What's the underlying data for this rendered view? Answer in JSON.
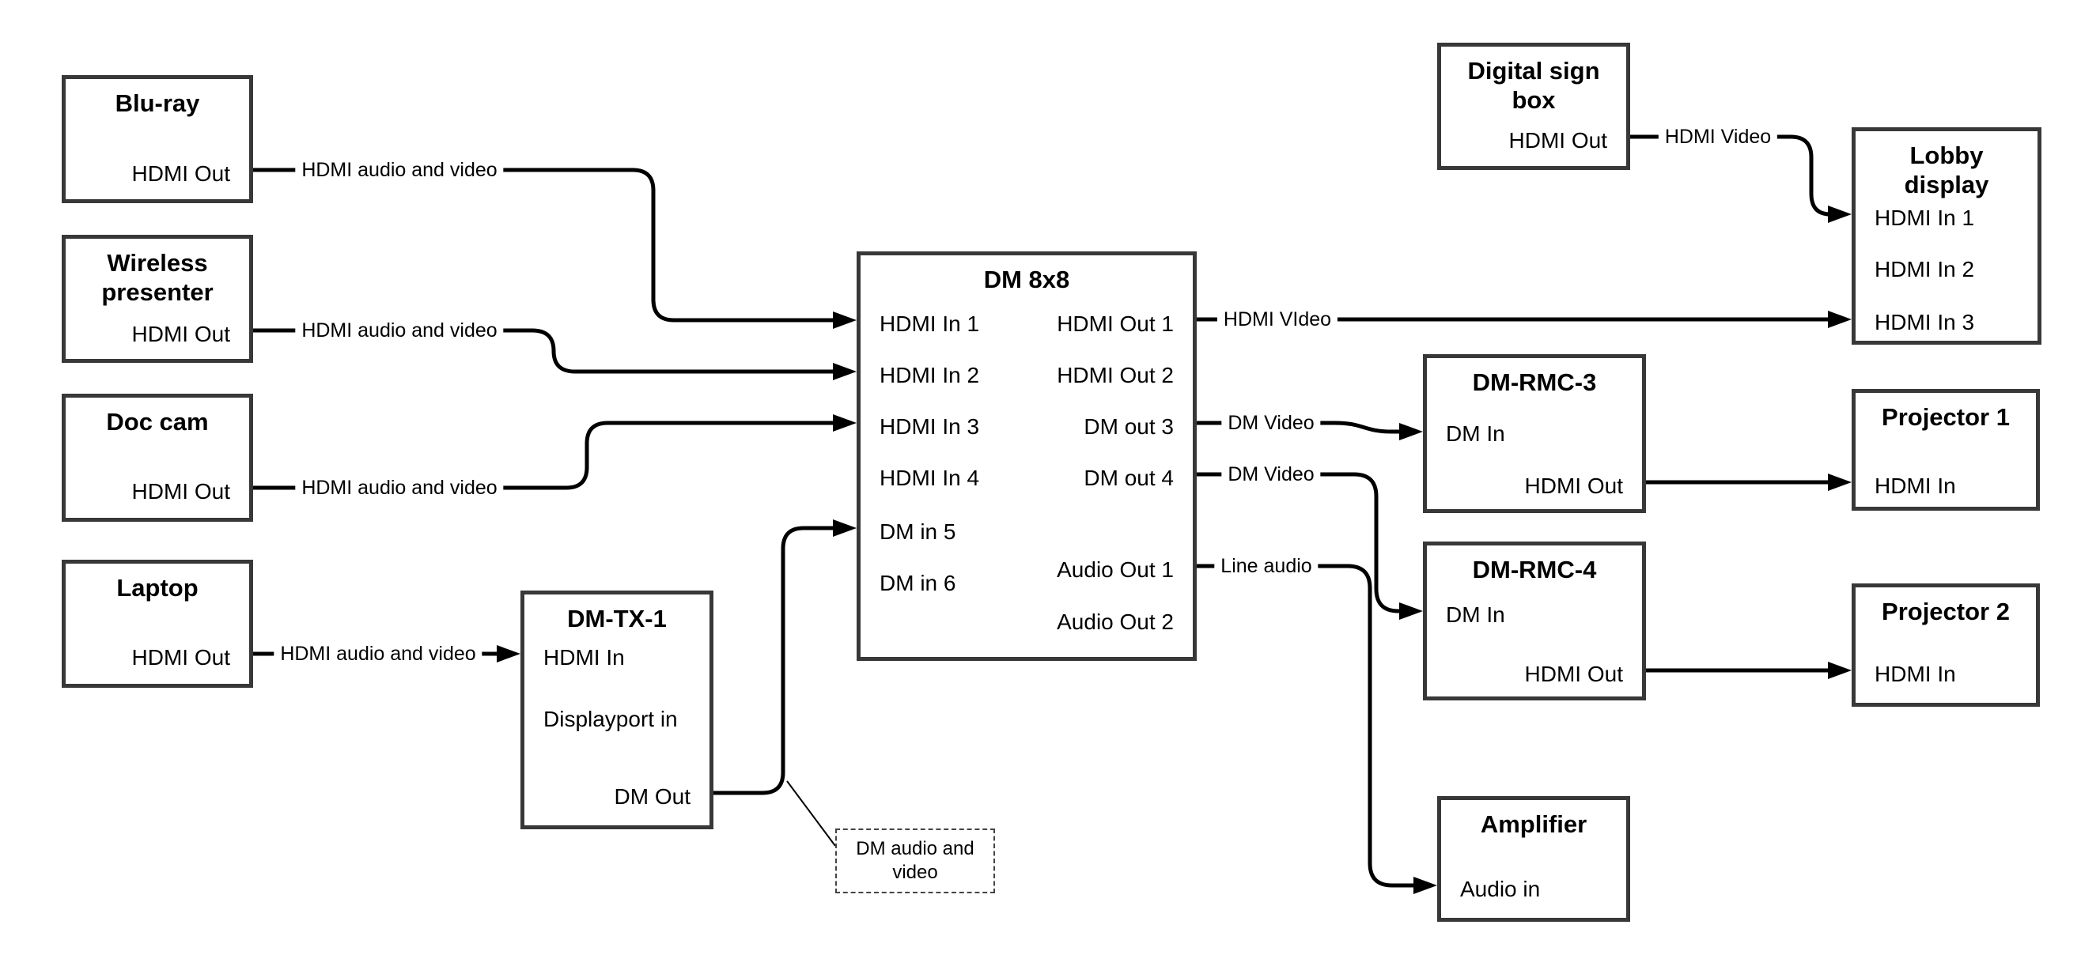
{
  "diagram": {
    "colors": {
      "wire": "#000000",
      "box_border": "#383838",
      "text": "#000000",
      "background": "#ffffff"
    },
    "boxes": [
      {
        "id": "bluray",
        "title": "Blu-ray",
        "ports": [
          {
            "label": "HDMI Out"
          }
        ]
      },
      {
        "id": "wireless-presenter",
        "title": "Wireless presenter",
        "ports": [
          {
            "label": "HDMI Out"
          }
        ]
      },
      {
        "id": "doc-cam",
        "title": "Doc cam",
        "ports": [
          {
            "label": "HDMI Out"
          }
        ]
      },
      {
        "id": "laptop",
        "title": "Laptop",
        "ports": [
          {
            "label": "HDMI Out"
          }
        ]
      },
      {
        "id": "dm-tx-1",
        "title": "DM-TX-1",
        "ports": [
          {
            "label": "HDMI In"
          },
          {
            "label": "Displayport in"
          },
          {
            "label": "DM Out"
          }
        ]
      },
      {
        "id": "dm-8x8",
        "title": "DM 8x8",
        "ports": [
          {
            "label": "HDMI In 1"
          },
          {
            "label": "HDMI In 2"
          },
          {
            "label": "HDMI In 3"
          },
          {
            "label": "HDMI In 4"
          },
          {
            "label": "DM in 5"
          },
          {
            "label": "DM in 6"
          },
          {
            "label": "HDMI Out 1"
          },
          {
            "label": "HDMI Out 2"
          },
          {
            "label": "DM out 3"
          },
          {
            "label": "DM out 4"
          },
          {
            "label": "Audio Out 1"
          },
          {
            "label": "Audio Out 2"
          }
        ]
      },
      {
        "id": "digital-sign-box",
        "title": "Digital sign box",
        "ports": [
          {
            "label": "HDMI Out"
          }
        ]
      },
      {
        "id": "lobby-display",
        "title": "Lobby display",
        "ports": [
          {
            "label": "HDMI In 1"
          },
          {
            "label": "HDMI In 2"
          },
          {
            "label": "HDMI In 3"
          }
        ]
      },
      {
        "id": "dm-rmc-3",
        "title": "DM-RMC-3",
        "ports": [
          {
            "label": "DM In"
          },
          {
            "label": "HDMI Out"
          }
        ]
      },
      {
        "id": "dm-rmc-4",
        "title": "DM-RMC-4",
        "ports": [
          {
            "label": "DM In"
          },
          {
            "label": "HDMI Out"
          }
        ]
      },
      {
        "id": "projector-1",
        "title": "Projector 1",
        "ports": [
          {
            "label": "HDMI In"
          }
        ]
      },
      {
        "id": "projector-2",
        "title": "Projector 2",
        "ports": [
          {
            "label": "HDMI In"
          }
        ]
      },
      {
        "id": "amplifier",
        "title": "Amplifier",
        "ports": [
          {
            "label": "Audio in"
          }
        ]
      }
    ],
    "wire_labels": [
      {
        "text": "HDMI audio and video"
      },
      {
        "text": "HDMI audio and video"
      },
      {
        "text": "HDMI audio and video"
      },
      {
        "text": "HDMI audio and video"
      },
      {
        "text": "HDMI VIdeo"
      },
      {
        "text": "HDMI Video"
      },
      {
        "text": "DM Video"
      },
      {
        "text": "DM Video"
      },
      {
        "text": "Line audio"
      }
    ],
    "note": {
      "text": "DM audio and video"
    },
    "connections": [
      {
        "from": "Blu-ray HDMI Out",
        "to": "DM 8x8 HDMI In 1",
        "label": "HDMI audio and video"
      },
      {
        "from": "Wireless presenter HDMI Out",
        "to": "DM 8x8 HDMI In 2",
        "label": "HDMI audio and video"
      },
      {
        "from": "Doc cam HDMI Out",
        "to": "DM 8x8 HDMI In 3",
        "label": "HDMI audio and video"
      },
      {
        "from": "Laptop HDMI Out",
        "to": "DM-TX-1 HDMI In",
        "label": "HDMI audio and video"
      },
      {
        "from": "DM-TX-1 DM Out",
        "to": "DM 8x8 DM in 5",
        "label": "DM audio and video"
      },
      {
        "from": "DM 8x8 HDMI Out 1",
        "to": "Lobby display HDMI In 3",
        "label": "HDMI VIdeo"
      },
      {
        "from": "Digital sign box HDMI Out",
        "to": "Lobby display HDMI In 1",
        "label": "HDMI Video"
      },
      {
        "from": "DM 8x8 DM out 3",
        "to": "DM-RMC-3 DM In",
        "label": "DM Video"
      },
      {
        "from": "DM 8x8 DM out 4",
        "to": "DM-RMC-4 DM In",
        "label": "DM Video"
      },
      {
        "from": "DM 8x8 Audio Out 1",
        "to": "Amplifier Audio in",
        "label": "Line audio"
      },
      {
        "from": "DM-RMC-3 HDMI Out",
        "to": "Projector 1 HDMI In",
        "label": ""
      },
      {
        "from": "DM-RMC-4 HDMI Out",
        "to": "Projector 2 HDMI In",
        "label": ""
      }
    ]
  }
}
